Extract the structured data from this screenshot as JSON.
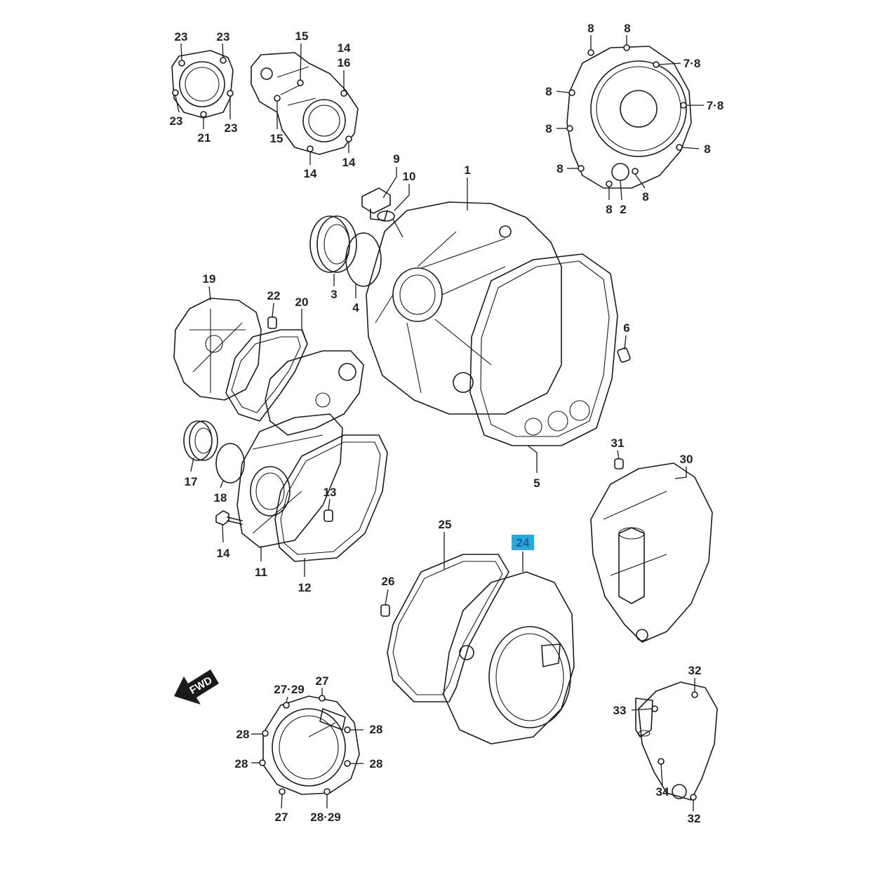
{
  "labels": [
    {
      "text": "23"
    },
    {
      "text": "23"
    },
    {
      "text": "23"
    },
    {
      "text": "21"
    },
    {
      "text": "23"
    },
    {
      "text": "15"
    },
    {
      "text": "14"
    },
    {
      "text": "16"
    },
    {
      "text": "15"
    },
    {
      "text": "14"
    },
    {
      "text": "14"
    },
    {
      "text": "8"
    },
    {
      "text": "8"
    },
    {
      "text": "7·8"
    },
    {
      "text": "8"
    },
    {
      "text": "7·8"
    },
    {
      "text": "8"
    },
    {
      "text": "8"
    },
    {
      "text": "8"
    },
    {
      "text": "8"
    },
    {
      "text": "2"
    },
    {
      "text": "8"
    },
    {
      "text": "9"
    },
    {
      "text": "10"
    },
    {
      "text": "1"
    },
    {
      "text": "3"
    },
    {
      "text": "4"
    },
    {
      "text": "19"
    },
    {
      "text": "22"
    },
    {
      "text": "20"
    },
    {
      "text": "6"
    },
    {
      "text": "17"
    },
    {
      "text": "18"
    },
    {
      "text": "13"
    },
    {
      "text": "14"
    },
    {
      "text": "11"
    },
    {
      "text": "12"
    },
    {
      "text": "5"
    },
    {
      "text": "31"
    },
    {
      "text": "30"
    },
    {
      "text": "25"
    },
    {
      "text": "24"
    },
    {
      "text": "26"
    },
    {
      "text": "27·29"
    },
    {
      "text": "27"
    },
    {
      "text": "28"
    },
    {
      "text": "28"
    },
    {
      "text": "28"
    },
    {
      "text": "28"
    },
    {
      "text": "27"
    },
    {
      "text": "28·29"
    },
    {
      "text": "32"
    },
    {
      "text": "33"
    },
    {
      "text": "34"
    },
    {
      "text": "32"
    }
  ],
  "highlighted_part": "24",
  "highlight_color": "#29a9e0",
  "fwd_arrow": {
    "text": "FWD",
    "icon": "fwd-arrow-icon"
  }
}
